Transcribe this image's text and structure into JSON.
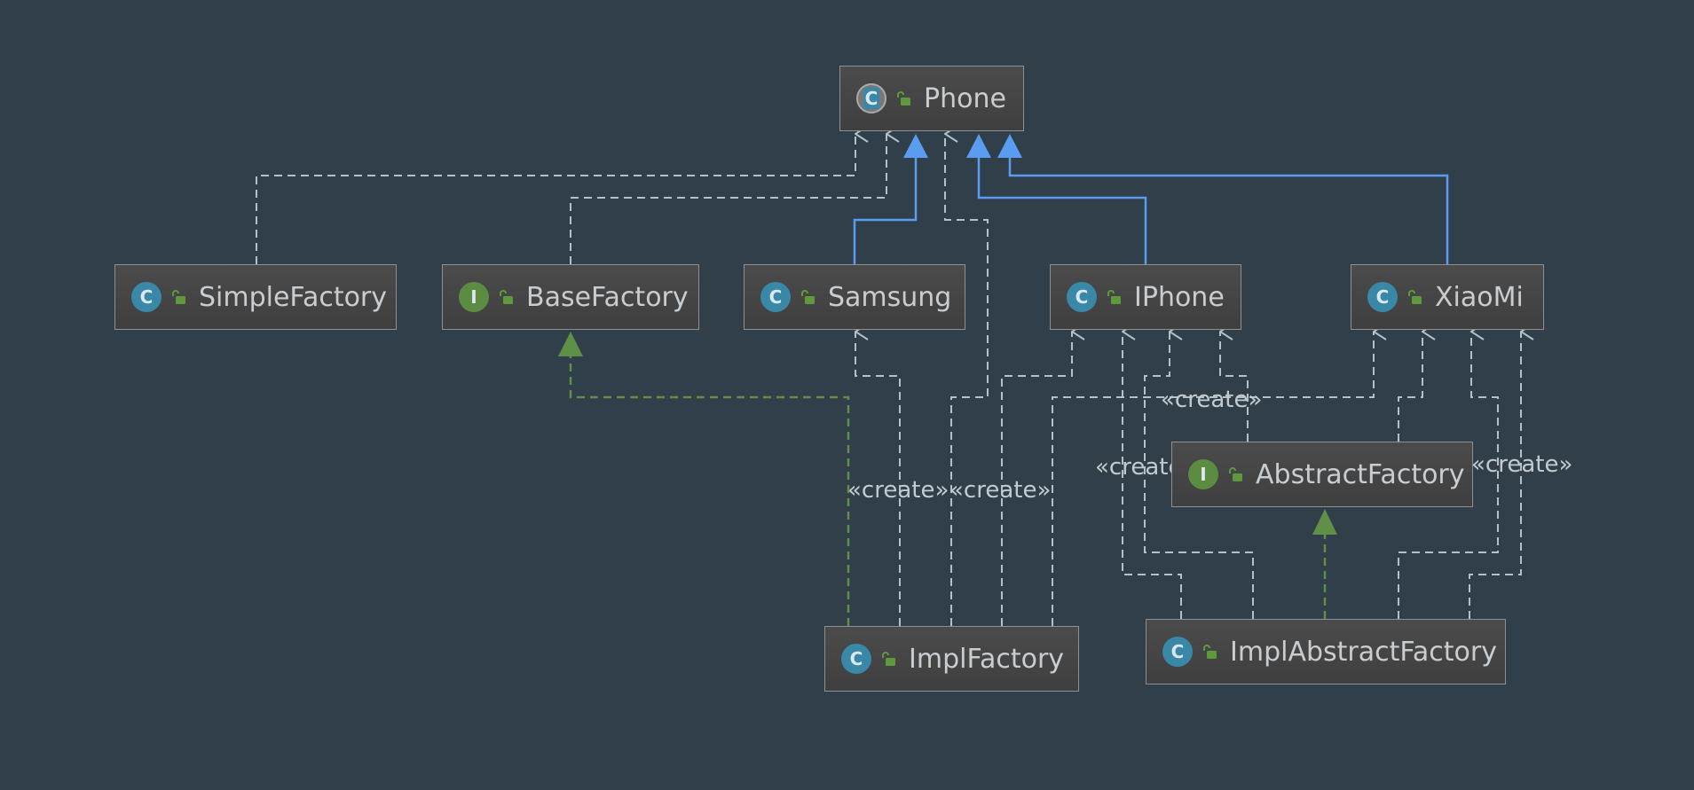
{
  "diagram": {
    "nodes": [
      {
        "id": "phone",
        "kind": "abstract-class",
        "badge": "C",
        "label": "Phone"
      },
      {
        "id": "simple_factory",
        "kind": "class",
        "badge": "C",
        "label": "SimpleFactory"
      },
      {
        "id": "base_factory",
        "kind": "interface",
        "badge": "I",
        "label": "BaseFactory"
      },
      {
        "id": "samsung",
        "kind": "class",
        "badge": "C",
        "label": "Samsung"
      },
      {
        "id": "iphone",
        "kind": "class",
        "badge": "C",
        "label": "IPhone"
      },
      {
        "id": "xiaomi",
        "kind": "class",
        "badge": "C",
        "label": "XiaoMi"
      },
      {
        "id": "abstract_factory",
        "kind": "interface",
        "badge": "I",
        "label": "AbstractFactory"
      },
      {
        "id": "impl_factory",
        "kind": "class",
        "badge": "C",
        "label": "ImplFactory"
      },
      {
        "id": "impl_abstract_factory",
        "kind": "class",
        "badge": "C",
        "label": "ImplAbstractFactory"
      }
    ],
    "stereotypes": {
      "create": "«create»"
    },
    "colors": {
      "background": "#303f49",
      "extends": "#5a9cf0",
      "implements": "#5e9048",
      "dependency": "#b4c1c9"
    },
    "icons": {
      "visibility": "unlocked-padlock-icon"
    }
  }
}
